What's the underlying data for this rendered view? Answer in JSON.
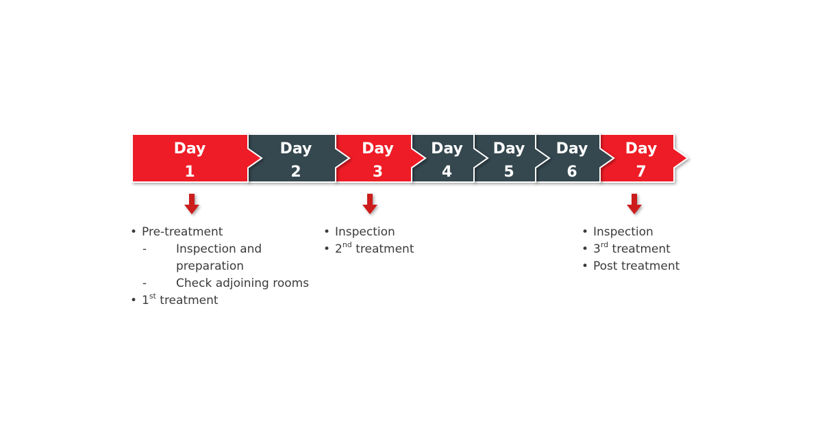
{
  "colors": {
    "red": "#ee1c25",
    "dark": "#344750",
    "arrow_red": "#cc1f1a",
    "text": "#3a3a3a"
  },
  "days": [
    {
      "word": "Day",
      "number": "1",
      "color": "red"
    },
    {
      "word": "Day",
      "number": "2",
      "color": "dark"
    },
    {
      "word": "Day",
      "number": "3",
      "color": "red"
    },
    {
      "word": "Day",
      "number": "4",
      "color": "dark"
    },
    {
      "word": "Day",
      "number": "5",
      "color": "dark"
    },
    {
      "word": "Day",
      "number": "6",
      "color": "dark"
    },
    {
      "word": "Day",
      "number": "7",
      "color": "red"
    }
  ],
  "notes": {
    "day1": {
      "item1": "Pre-treatment",
      "sub1_line1": "Inspection and",
      "sub1_line2": "preparation",
      "sub2": "Check adjoining rooms",
      "item2_num": "1",
      "item2_sup": "st",
      "item2_text": " treatment"
    },
    "day3": {
      "item1": "Inspection",
      "item2_num": "2",
      "item2_sup": "nd",
      "item2_text": " treatment"
    },
    "day7": {
      "item1": "Inspection",
      "item2_num": "3",
      "item2_sup": "rd",
      "item2_text": " treatment",
      "item3": "Post treatment"
    }
  }
}
